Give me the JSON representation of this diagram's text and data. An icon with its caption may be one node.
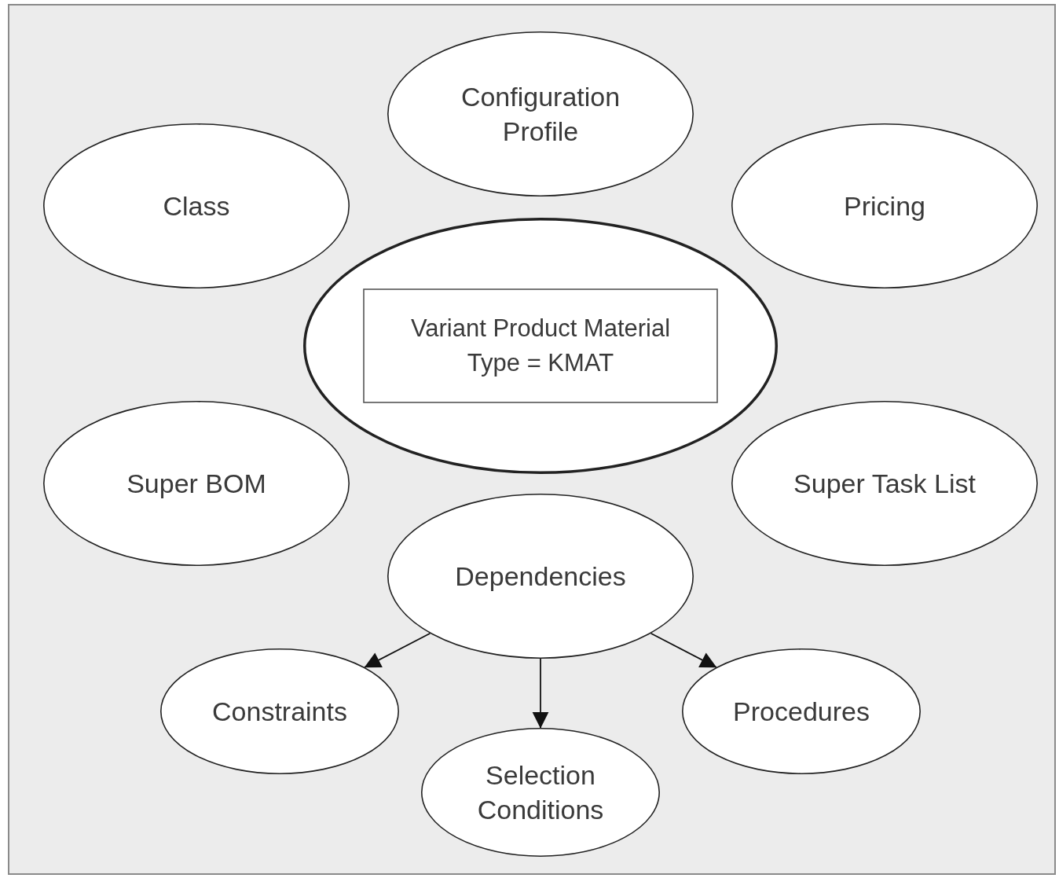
{
  "diagram": {
    "nodes": [
      {
        "text": [
          "Configuration Profile"
        ]
      },
      {
        "text": [
          "Class"
        ]
      },
      {
        "text": [
          "Pricing"
        ]
      },
      {
        "text": [],
        "shape": "ellipse"
      },
      {
        "text": [
          "Variant Product Material Type = KMAT"
        ],
        "in": 3
      },
      {
        "text": [
          "Super BOM"
        ]
      },
      {
        "text": [
          "Super Task List"
        ]
      },
      {
        "text": [
          "Dependencies"
        ]
      },
      {
        "text": [
          "Constraints"
        ]
      },
      {
        "text": [
          "Selection Conditions"
        ]
      },
      {
        "text": [
          "Procedures"
        ]
      }
    ],
    "edges": [
      {
        "from": 7,
        "to": 8,
        "arrow": "to"
      },
      {
        "from": 7,
        "to": 9,
        "arrow": "to"
      },
      {
        "from": 7,
        "to": 10,
        "arrow": "to"
      }
    ]
  }
}
